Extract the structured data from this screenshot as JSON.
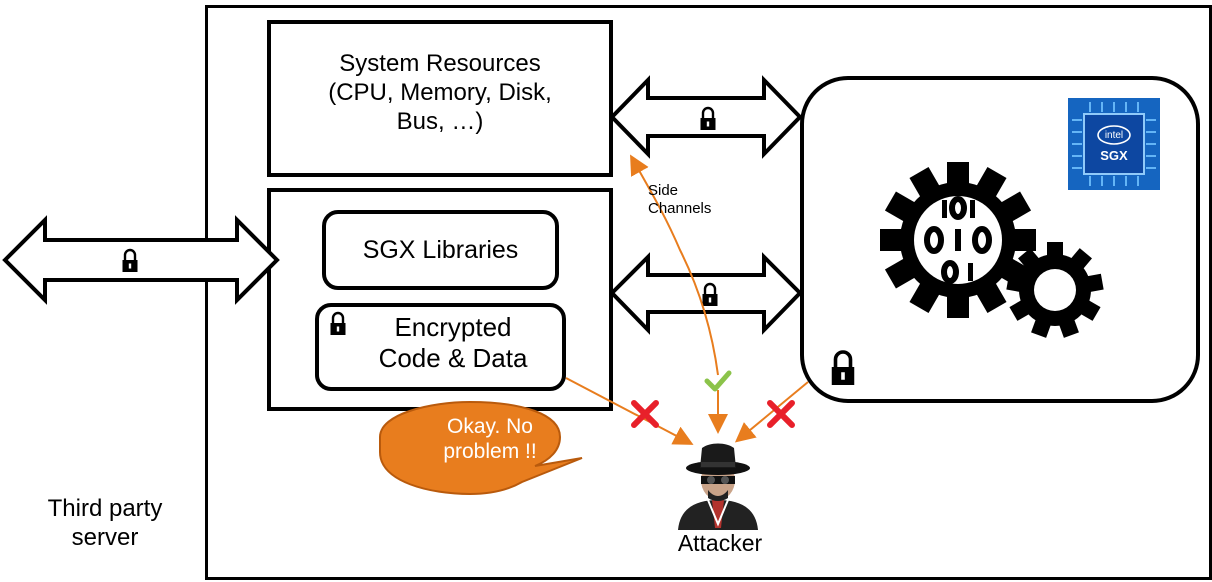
{
  "server_label": [
    "Third party",
    "server"
  ],
  "system_resources": [
    "System Resources",
    "(CPU, Memory, Disk,",
    "Bus, …)"
  ],
  "sgx_libraries": "SGX Libraries",
  "encrypted_code": [
    "Encrypted",
    "Code & Data"
  ],
  "side_channels": [
    "Side",
    "Channels"
  ],
  "speech_bubble": [
    "Okay. No",
    "problem !!"
  ],
  "attacker_label": "Attacker",
  "chip_brand": "intel",
  "chip_label": "SGX",
  "icons": [
    "lock-icon",
    "gear-icon",
    "gear-binary-icon",
    "attacker-icon",
    "cross-icon",
    "check-icon",
    "intel-sgx-chip-icon"
  ],
  "colors": {
    "orange": "#e87d1e",
    "red": "#e8202a",
    "green": "#8bc34a",
    "chip_blue": "#1565c0"
  }
}
